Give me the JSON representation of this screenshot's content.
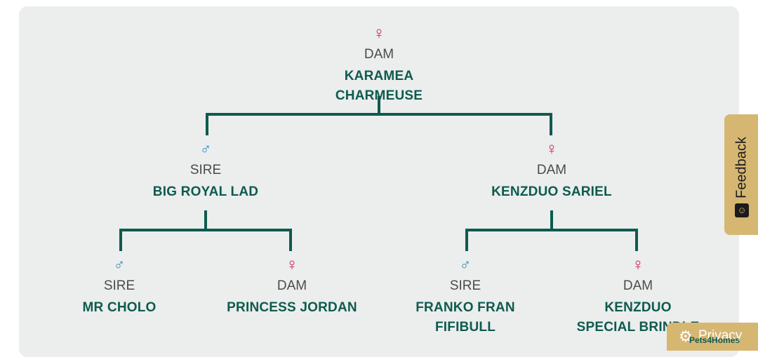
{
  "pedigree": {
    "root": {
      "symbol": "♀",
      "role": "DAM",
      "name": "KARAMEA CHARMEUSE"
    },
    "sire": {
      "symbol": "♂",
      "role": "SIRE",
      "name": "BIG ROYAL LAD"
    },
    "dam": {
      "symbol": "♀",
      "role": "DAM",
      "name": "KENZDUO SARIEL"
    },
    "sire_sire": {
      "symbol": "♂",
      "role": "SIRE",
      "name": "MR CHOLO"
    },
    "sire_dam": {
      "symbol": "♀",
      "role": "DAM",
      "name": "PRINCESS JORDAN"
    },
    "dam_sire": {
      "symbol": "♂",
      "role": "SIRE",
      "name": "FRANKO FRAN FIFIBULL"
    },
    "dam_dam": {
      "symbol": "♀",
      "role": "DAM",
      "name": "KENZDUO SPECIAL BRINDLE"
    }
  },
  "feedback": {
    "label": "Feedback",
    "icon": "smile-icon"
  },
  "privacy": {
    "label": "Privacy",
    "brand": "Pets4Homes",
    "icon": "gear-icon"
  },
  "colors": {
    "line": "#0d5b4e",
    "name": "#0d5b4e",
    "female": "#d2234f",
    "male": "#2a8dc0",
    "tab": "#d6b772"
  }
}
